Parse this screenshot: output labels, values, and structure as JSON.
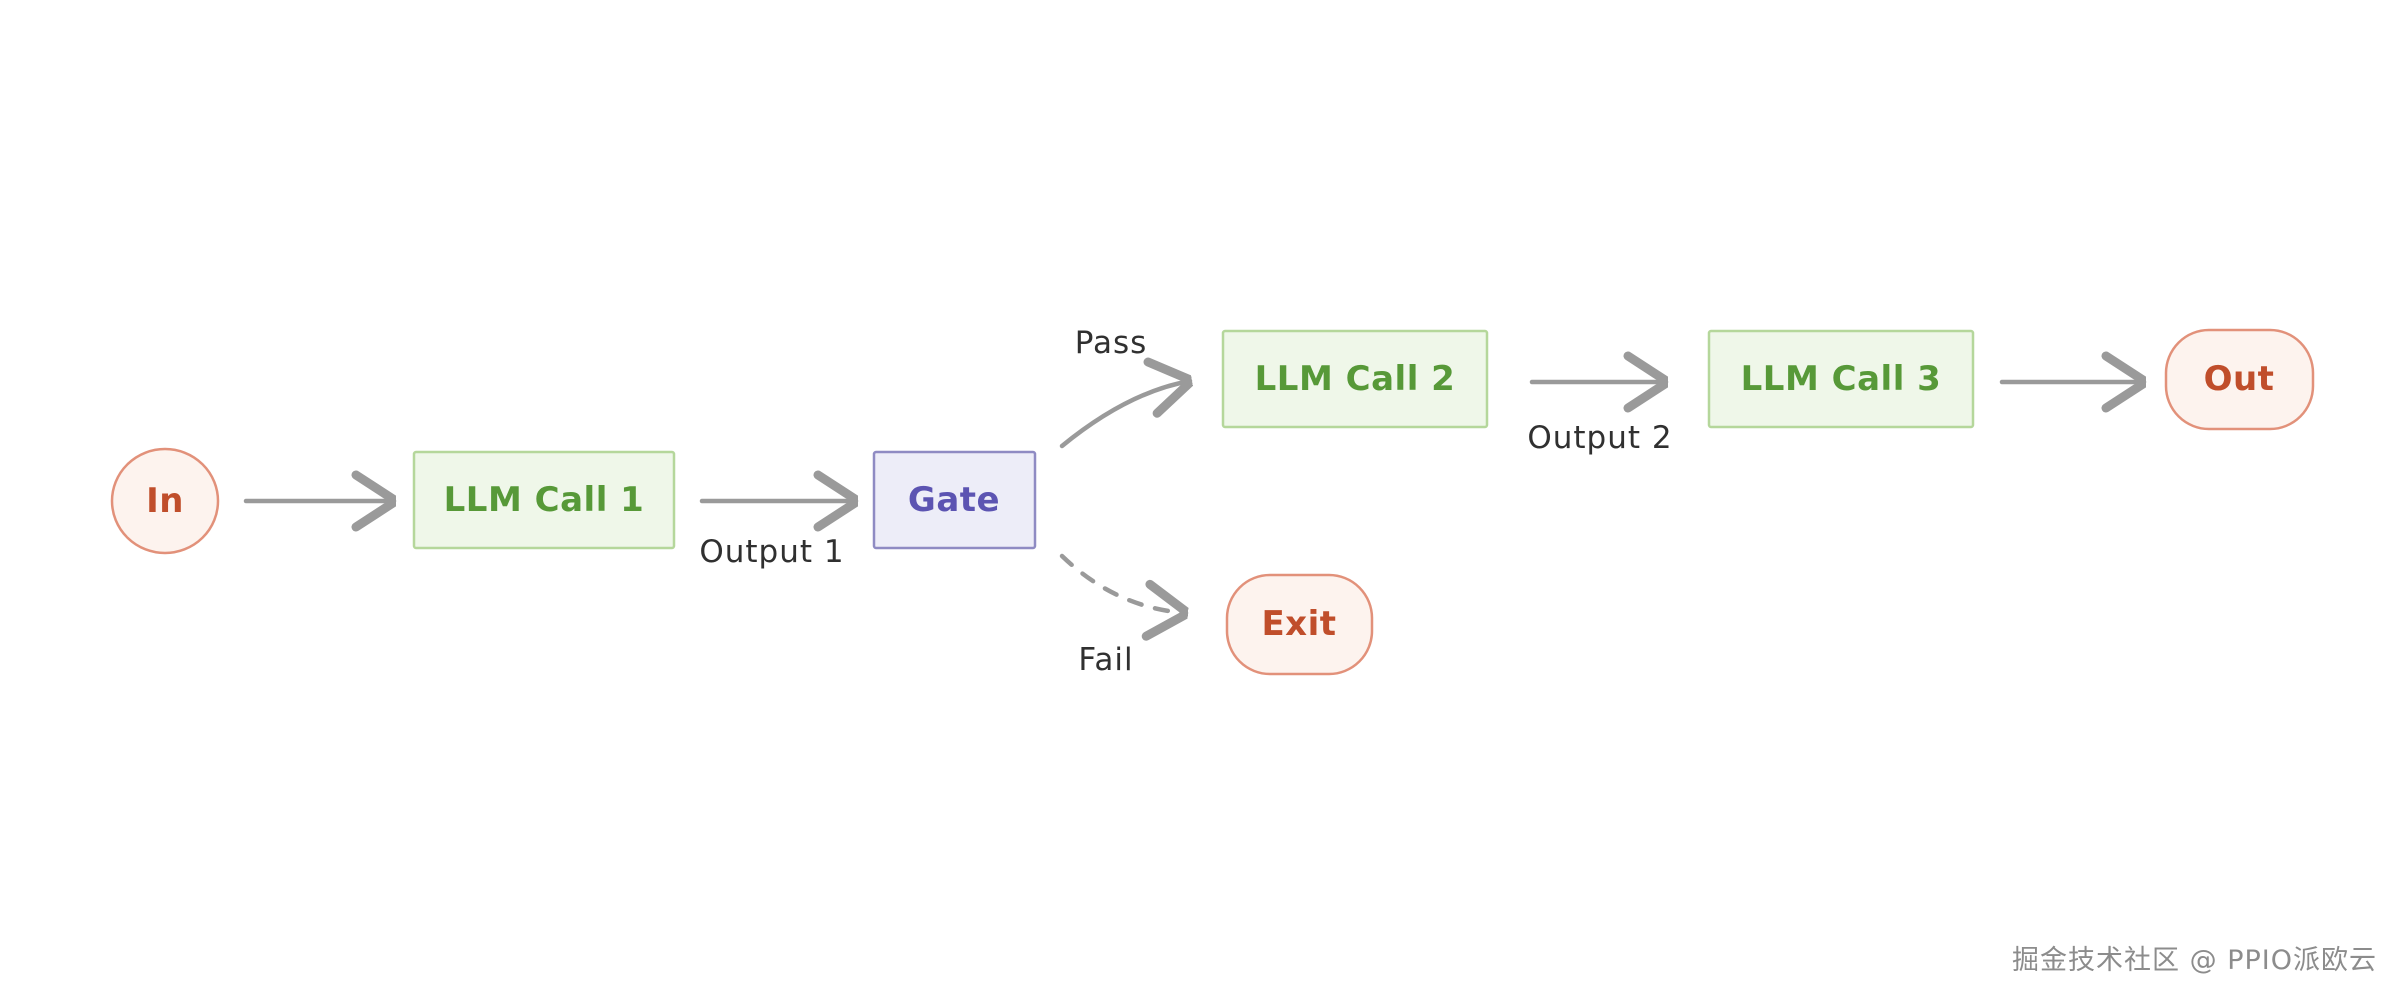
{
  "diagram": {
    "type": "flowchart",
    "description": "LLM call chaining workflow with gate check",
    "nodes": [
      {
        "id": "in",
        "label": "In",
        "shape": "circle",
        "role": "input"
      },
      {
        "id": "llm-call-1",
        "label": "LLM Call 1",
        "shape": "rect",
        "role": "process"
      },
      {
        "id": "gate",
        "label": "Gate",
        "shape": "rect",
        "role": "decision"
      },
      {
        "id": "llm-call-2",
        "label": "LLM Call 2",
        "shape": "rect",
        "role": "process"
      },
      {
        "id": "llm-call-3",
        "label": "LLM Call 3",
        "shape": "rect",
        "role": "process"
      },
      {
        "id": "out",
        "label": "Out",
        "shape": "pill",
        "role": "output"
      },
      {
        "id": "exit",
        "label": "Exit",
        "shape": "pill",
        "role": "output"
      }
    ],
    "edges": [
      {
        "from": "in",
        "to": "llm-call-1",
        "label": "",
        "style": "solid"
      },
      {
        "from": "llm-call-1",
        "to": "gate",
        "label": "Output 1",
        "style": "solid"
      },
      {
        "from": "gate",
        "to": "llm-call-2",
        "label": "Pass",
        "style": "solid-curved"
      },
      {
        "from": "llm-call-2",
        "to": "llm-call-3",
        "label": "Output 2",
        "style": "solid"
      },
      {
        "from": "llm-call-3",
        "to": "out",
        "label": "",
        "style": "solid"
      },
      {
        "from": "gate",
        "to": "exit",
        "label": "Fail",
        "style": "dashed-curved"
      }
    ],
    "colors": {
      "background": "#ffffff",
      "terminal_fill": "#fdf3ee",
      "terminal_border": "#e2917a",
      "terminal_text": "#c04e2b",
      "process_fill": "#eff7e9",
      "process_border": "#b5d79b",
      "process_text": "#579938",
      "gate_fill": "#ededf8",
      "gate_border": "#8f8bc3",
      "gate_text": "#5c54b2",
      "arrow": "#9a9a9a",
      "edge_label_text": "#303030",
      "watermark_text": "#8c8c8c"
    }
  },
  "watermark": {
    "text": "掘金技术社区 @ PPIO派欧云"
  }
}
